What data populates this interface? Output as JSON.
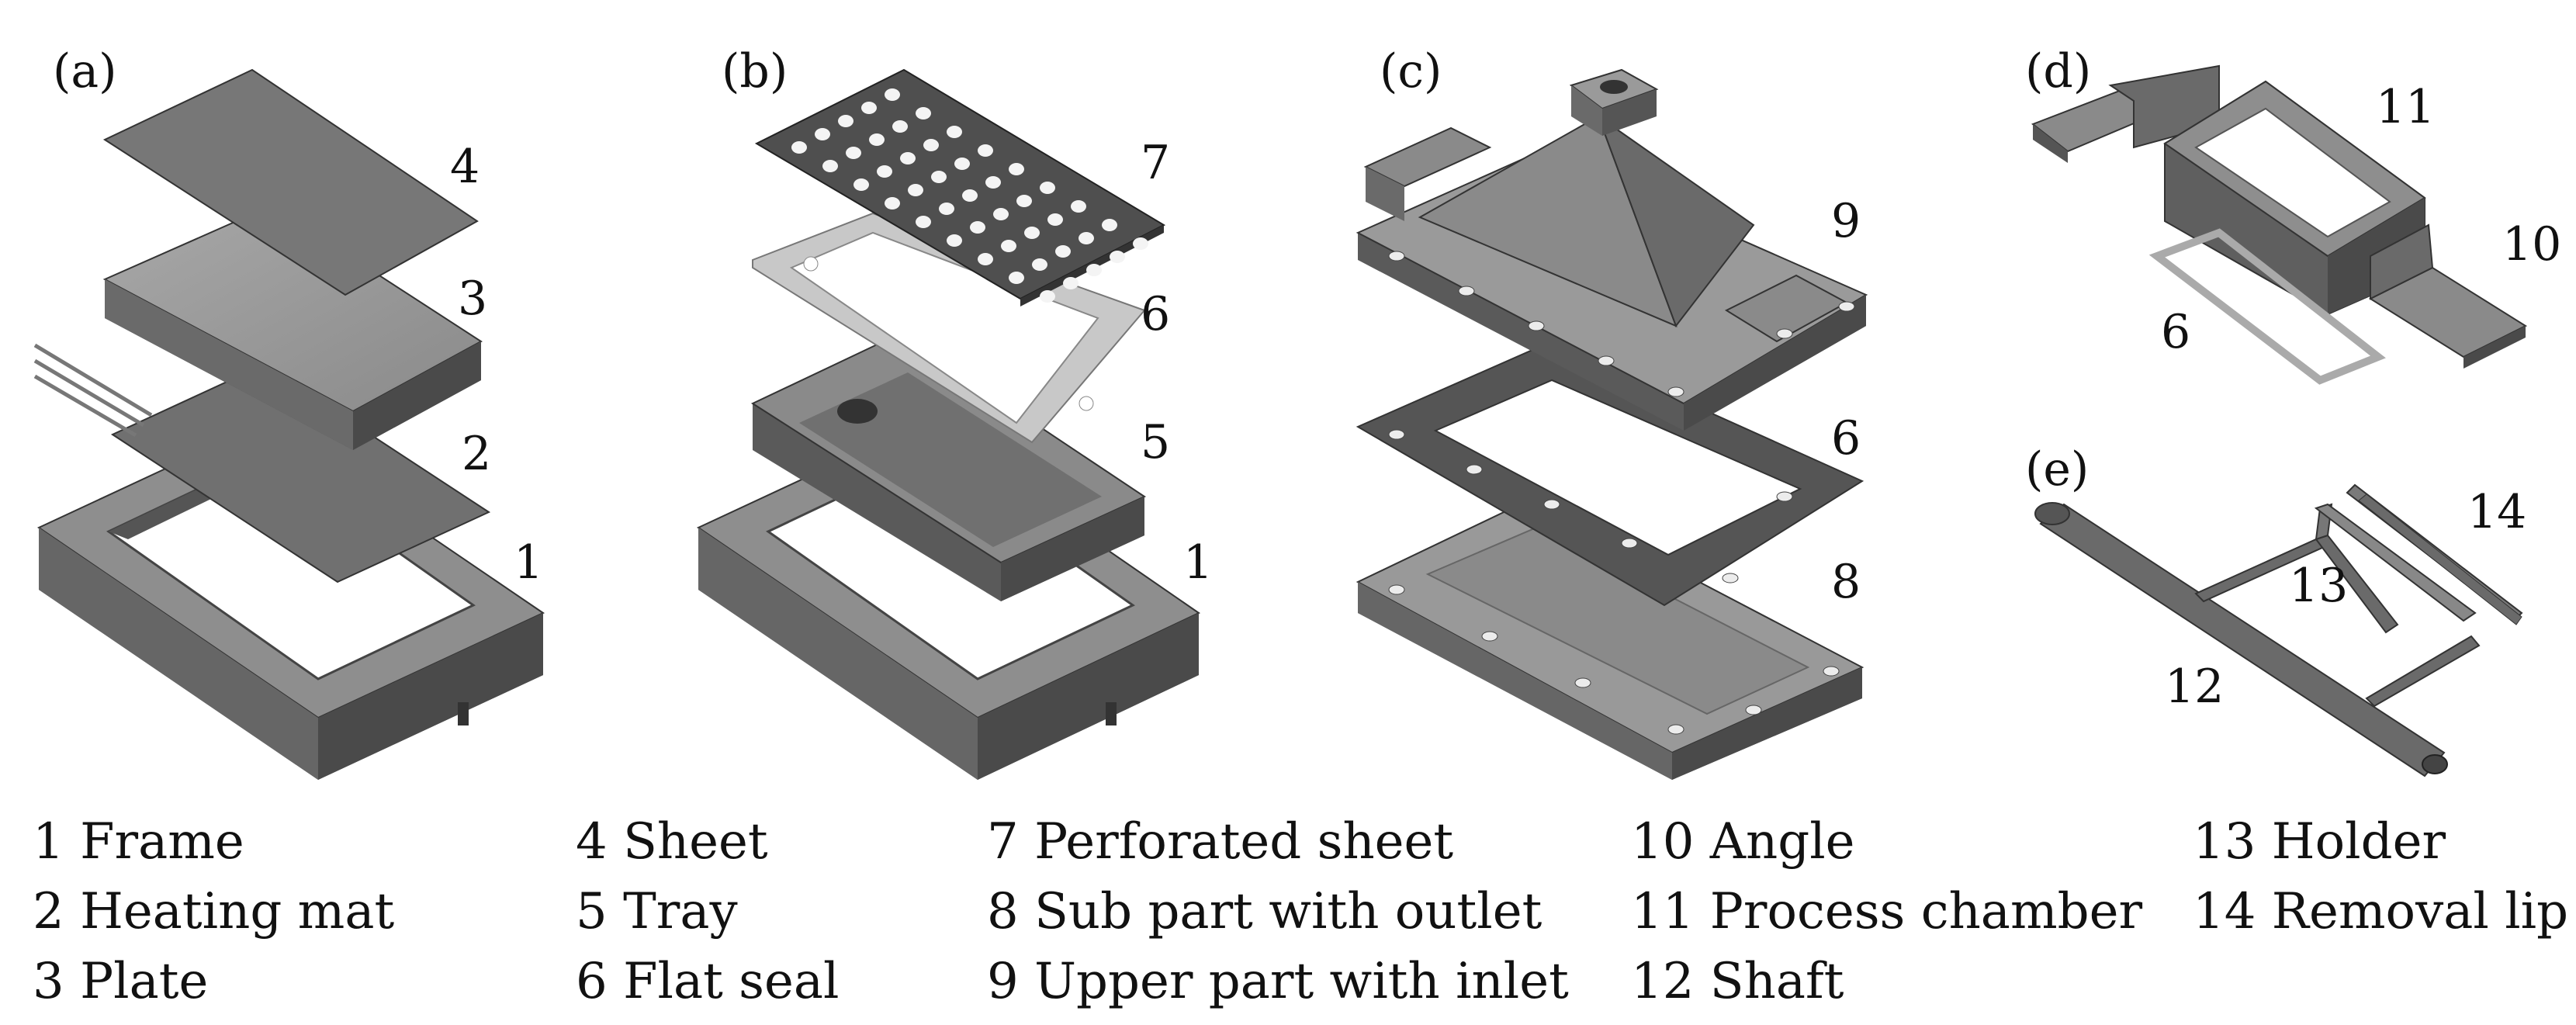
{
  "panels": [
    {
      "letter": "(a)",
      "callouts": [
        "4",
        "3",
        "2",
        "1"
      ]
    },
    {
      "letter": "(b)",
      "callouts": [
        "7",
        "6",
        "5",
        "1"
      ]
    },
    {
      "letter": "(c)",
      "callouts": [
        "9",
        "6",
        "8"
      ]
    },
    {
      "letter": "(d)",
      "callouts": [
        "11",
        "10",
        "6"
      ]
    },
    {
      "letter": "(e)",
      "callouts": [
        "14",
        "13",
        "12"
      ]
    }
  ],
  "legend": [
    [
      "1 Frame",
      "2 Heating mat",
      "3 Plate"
    ],
    [
      "4 Sheet",
      "5 Tray",
      "6 Flat seal"
    ],
    [
      "7 Perforated sheet",
      "8 Sub part with outlet",
      "9 Upper part with inlet"
    ],
    [
      "10 Angle",
      "11 Process chamber",
      "12 Shaft"
    ],
    [
      "13 Holder",
      "14 Removal lip"
    ]
  ],
  "colors": {
    "part_top": "#9a9a9a",
    "part_side": "#5a5a5a",
    "part_dark": "#4a4a4a",
    "seal": "#c8c8c8",
    "outline": "#333333"
  }
}
